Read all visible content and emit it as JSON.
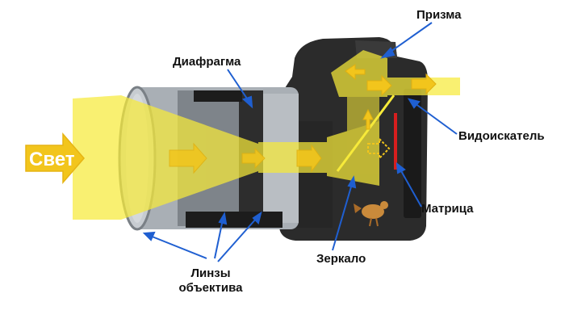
{
  "light_label": "Свет",
  "labels": {
    "prism": "Призма",
    "aperture": "Диафрагма",
    "viewfinder": "Видоискатель",
    "sensor": "Матрица",
    "mirror": "Зеркало",
    "lens_line1": "Линзы",
    "lens_line2": "объектива"
  },
  "colors": {
    "light_beam": "#f7ea3a",
    "arrow_fill": "#f2c51c",
    "pointer": "#1f5fd1",
    "camera_body": "#2a2a2a",
    "lens_barrel": "#9aa0a6",
    "sensor_red": "#d81e1e"
  },
  "icons": [
    "bird-logo-icon",
    "light-arrow-icon"
  ]
}
